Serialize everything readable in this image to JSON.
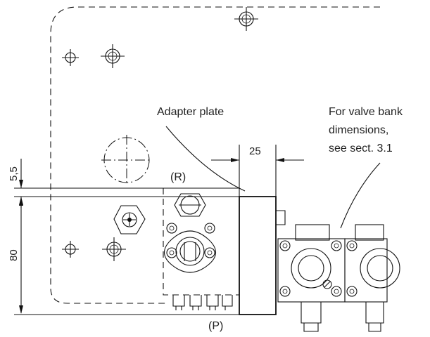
{
  "labels": {
    "adapter_plate": "Adapter plate",
    "valve_bank_note": [
      "For valve bank",
      "dimensions,",
      "see sect. 3.1"
    ],
    "port_r": "(R)",
    "port_p": "(P)"
  },
  "dimensions": {
    "offset_5_5": "5,5",
    "width_25": "25",
    "height_80": "80"
  },
  "colors": {
    "line": "#111111",
    "background": "#ffffff"
  }
}
